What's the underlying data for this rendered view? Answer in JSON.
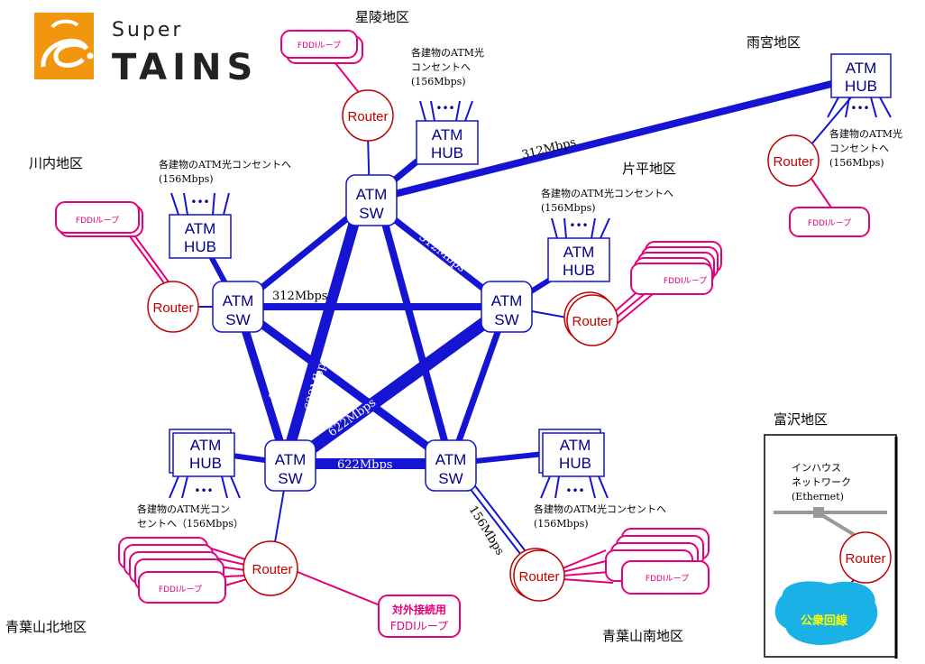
{
  "logo": {
    "top": "Super",
    "bottom": "TAINS"
  },
  "areas": {
    "seiryo": "星陵地区",
    "amamiya": "雨宮地区",
    "kawauchi": "川内地区",
    "katahira": "片平地区",
    "tomizawa": "富沢地区",
    "aobayama_north": "青葉山北地区",
    "aobayama_south": "青葉山南地区"
  },
  "atm_sw": {
    "line1": "ATM",
    "line2": "SW"
  },
  "atm_hub": {
    "line1": "ATM",
    "line2": "HUB"
  },
  "router": "Router",
  "fddi": "FDDIループ",
  "external_fddi": {
    "line1": "対外接続用",
    "line2": "FDDIループ"
  },
  "outlet_note": {
    "line1": "各建物のATM光",
    "line2": "コンセントへ",
    "speed": "(156Mbps)"
  },
  "outlet_note_long": "各建物のATM光コンセントへ",
  "outlet_note_split": {
    "line1": "各建物のATM光コン",
    "line2": "セントへ（156Mbps）"
  },
  "dots": "•••",
  "speeds": {
    "s312": "312Mbps",
    "s622": "622Mbps",
    "s156": "156Mbps"
  },
  "tomizawa_box": {
    "line1": "インハウス",
    "line2": "ネットワーク",
    "line3": "(Ethernet)",
    "public": "公衆回線"
  },
  "colors": {
    "blue": "#1414d2",
    "pink": "#e6007a",
    "router_red": "#c00000",
    "public_cyan": "#1ab2e6"
  }
}
